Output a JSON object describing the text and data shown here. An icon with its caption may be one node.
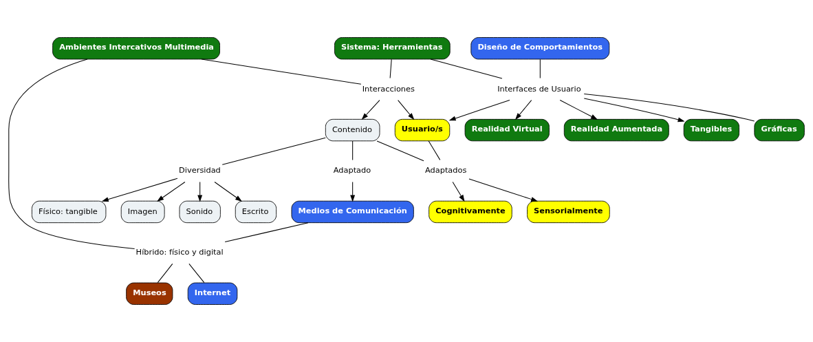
{
  "diagram": {
    "nodes": [
      {
        "text": [
          "Físico: tangible"
        ]
      },
      {
        "text": [
          "Imagen"
        ]
      },
      {
        "text": [
          "Sonido"
        ]
      },
      {
        "text": [
          "Escrito"
        ]
      },
      {
        "text": [
          "Cognitivamente"
        ]
      },
      {
        "text": [
          "Sensorialmente"
        ]
      },
      {
        "text": [
          "Diversidad"
        ]
      },
      {
        "text": [
          "Medios de Comunicación"
        ]
      },
      {
        "text": [
          "Adaptado"
        ]
      },
      {
        "text": [
          "Contenido"
        ]
      },
      {
        "text": [
          "Adaptados"
        ]
      },
      {
        "text": [
          "Híbrido: físico y digital"
        ]
      },
      {
        "text": [
          "Ambientes Intercativos Multimedia"
        ]
      },
      {
        "text": [
          "Interacciones"
        ]
      },
      {
        "text": [
          "Usuario/s"
        ]
      },
      {
        "text": [
          "Realidad Virtual"
        ]
      },
      {
        "text": [
          "Museos"
        ]
      },
      {
        "text": [
          "Internet"
        ]
      },
      {
        "text": [
          "Sistema: Herramientas"
        ]
      },
      {
        "text": [
          "Interfaces de Usuario"
        ]
      },
      {
        "text": [
          "Realidad Aumentada"
        ]
      },
      {
        "text": [
          "Tangibles"
        ]
      },
      {
        "text": [
          "Diseño de Comportamientos"
        ]
      },
      {
        "text": [
          "Gráficas"
        ]
      }
    ],
    "edges": [
      {
        "from": 9,
        "to": 6,
        "arrow": "none"
      },
      {
        "from": 6,
        "to": 0,
        "arrow": "to"
      },
      {
        "from": 6,
        "to": 1,
        "arrow": "to"
      },
      {
        "from": 6,
        "to": 2,
        "arrow": "to"
      },
      {
        "from": 6,
        "to": 3,
        "arrow": "to"
      },
      {
        "from": 9,
        "to": 8,
        "arrow": "none"
      },
      {
        "from": 8,
        "to": 7,
        "arrow": "to"
      },
      {
        "from": 9,
        "to": 10,
        "arrow": "none"
      },
      {
        "from": 14,
        "to": 10,
        "arrow": "none"
      },
      {
        "from": 10,
        "to": 4,
        "arrow": "to"
      },
      {
        "from": 10,
        "to": 5,
        "arrow": "to"
      },
      {
        "from": 7,
        "to": 11,
        "arrow": "none"
      },
      {
        "from": 12,
        "to": 11,
        "arrow": "none"
      },
      {
        "from": 11,
        "to": 16,
        "arrow": "none"
      },
      {
        "from": 11,
        "to": 17,
        "arrow": "none"
      },
      {
        "from": 12,
        "to": 13,
        "arrow": "none"
      },
      {
        "from": 18,
        "to": 13,
        "arrow": "none"
      },
      {
        "from": 13,
        "to": 14,
        "arrow": "to"
      },
      {
        "from": 13,
        "to": 9,
        "arrow": "to"
      },
      {
        "from": 18,
        "to": 19,
        "arrow": "none"
      },
      {
        "from": 22,
        "to": 19,
        "arrow": "none"
      },
      {
        "from": 19,
        "to": 14,
        "arrow": "to"
      },
      {
        "from": 19,
        "to": 15,
        "arrow": "to"
      },
      {
        "from": 19,
        "to": 20,
        "arrow": "to"
      },
      {
        "from": 19,
        "to": 21,
        "arrow": "to"
      },
      {
        "from": 19,
        "to": 23,
        "arrow": "none"
      }
    ]
  }
}
